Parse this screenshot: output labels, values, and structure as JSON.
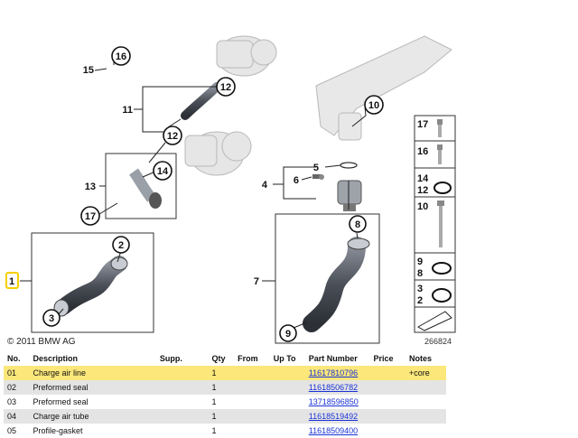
{
  "diagram": {
    "callouts": {
      "c1": "1",
      "c2": "2",
      "c3": "3",
      "c4": "4",
      "c5": "5",
      "c6": "6",
      "c7": "7",
      "c8": "8",
      "c9": "9",
      "c10": "10",
      "c11": "11",
      "c12a": "12",
      "c12b": "12",
      "c13": "13",
      "c14": "14",
      "c15": "15",
      "c16": "16",
      "c17": "17"
    },
    "legend": {
      "l17": "17",
      "l16": "16",
      "l14": "14",
      "l12": "12",
      "l10": "10",
      "l9": "9",
      "l8": "8",
      "l3": "3",
      "l2": "2"
    },
    "copyright": "© 2011 BMW AG",
    "diagram_id": "266824"
  },
  "table": {
    "headers": [
      "No.",
      "Description",
      "Supp.",
      "Qty",
      "From",
      "Up To",
      "Part Number",
      "Price",
      "Notes"
    ],
    "rows": [
      {
        "no": "01",
        "desc": "Charge air line",
        "supp": "",
        "qty": "1",
        "from": "",
        "upto": "",
        "pn": "11617810796",
        "price": "",
        "notes": "+core"
      },
      {
        "no": "02",
        "desc": "Preformed seal",
        "supp": "",
        "qty": "1",
        "from": "",
        "upto": "",
        "pn": "11618506782",
        "price": "",
        "notes": ""
      },
      {
        "no": "03",
        "desc": "Preformed seal",
        "supp": "",
        "qty": "1",
        "from": "",
        "upto": "",
        "pn": "13718596850",
        "price": "",
        "notes": ""
      },
      {
        "no": "04",
        "desc": "Charge air tube",
        "supp": "",
        "qty": "1",
        "from": "",
        "upto": "",
        "pn": "11618519492",
        "price": "",
        "notes": ""
      },
      {
        "no": "05",
        "desc": "Profile-gasket",
        "supp": "",
        "qty": "1",
        "from": "",
        "upto": "",
        "pn": "11618509400",
        "price": "",
        "notes": ""
      }
    ]
  },
  "colors": {
    "highlight": "#fbe77a",
    "row_alt": "#e4e4e4",
    "link": "#1a33d6",
    "callout_highlight": "#f5d000"
  }
}
